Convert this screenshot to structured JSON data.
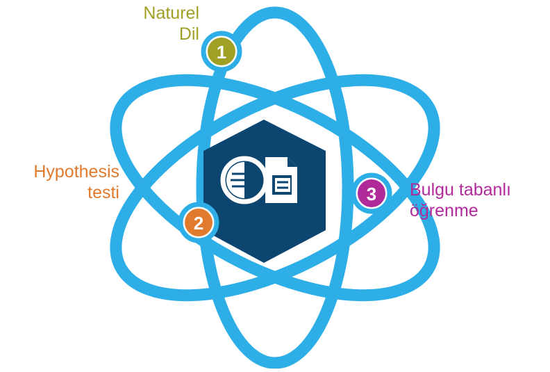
{
  "colors": {
    "orbit": "#2eaee6",
    "hexagon": "#0b4570",
    "icon": "#ffffff",
    "badge_ring": "#2eaee6"
  },
  "center_icon": "document-copy-icon",
  "items": [
    {
      "number": "1",
      "lines": [
        "Naturel",
        "Dil"
      ],
      "color": "#a0a024"
    },
    {
      "number": "2",
      "lines": [
        "Hypothesis",
        "testi"
      ],
      "color": "#e07a2c"
    },
    {
      "number": "3",
      "lines": [
        "Bulgu tabanlı",
        "öğrenme"
      ],
      "color": "#b12a9a"
    }
  ]
}
